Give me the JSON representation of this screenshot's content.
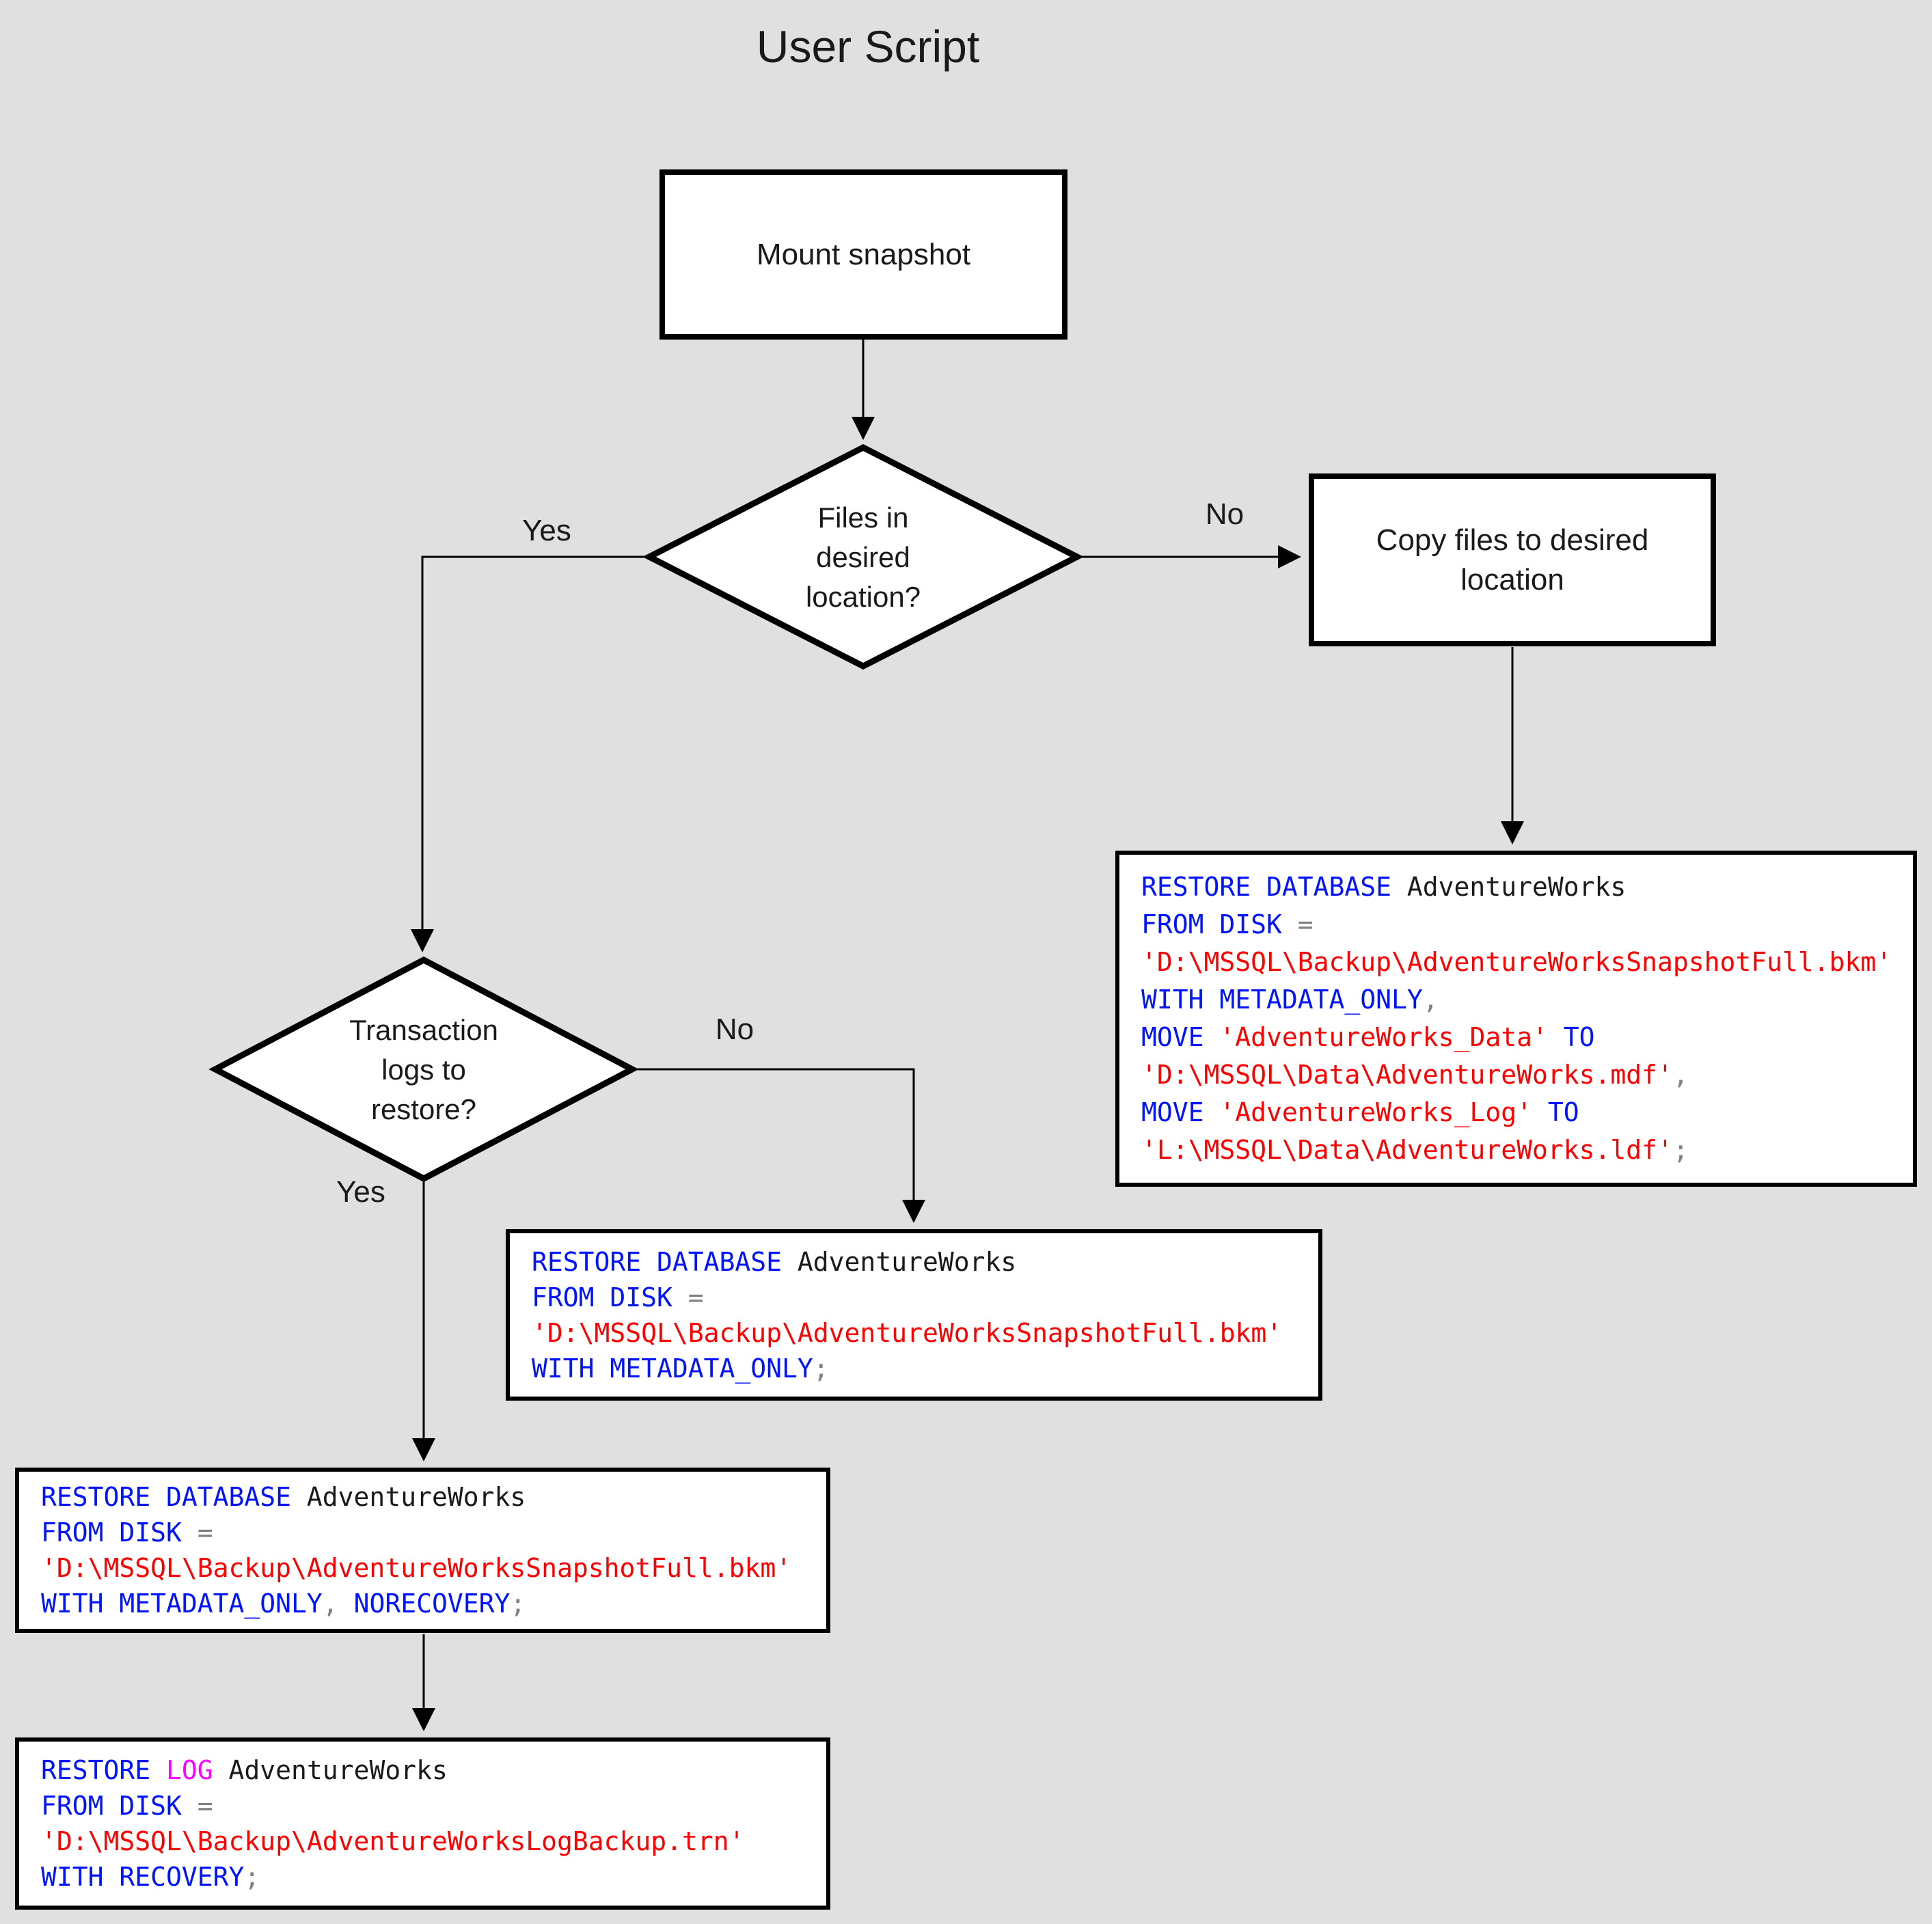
{
  "title": "User Script",
  "colors": {
    "background": "#e0e0e0",
    "node_fill": "#ffffff",
    "node_border": "#000000",
    "keyword": "#0014ff",
    "string": "#ff0000",
    "identifier": "#1a1a1a",
    "operator": "#808080",
    "log_keyword": "#ff00ff"
  },
  "nodes": {
    "mount": {
      "label": "Mount snapshot"
    },
    "files_decision": {
      "label": "Files in\ndesired\nlocation?"
    },
    "copy": {
      "label": "Copy files to desired\nlocation"
    },
    "logs_decision": {
      "label": "Transaction\nlogs to\nrestore?"
    }
  },
  "edges": {
    "files_yes": "Yes",
    "files_no": "No",
    "logs_yes": "Yes",
    "logs_no": "No"
  },
  "code": {
    "restore_move": {
      "lines": [
        [
          "RESTORE DATABASE",
          " AdventureWorks"
        ],
        [
          "FROM DISK",
          " ="
        ],
        [
          "'D:\\MSSQL\\Backup\\AdventureWorksSnapshotFull.bkm'"
        ],
        [
          "WITH METADATA_ONLY",
          ","
        ],
        [
          "MOVE",
          " 'AdventureWorks_Data'",
          " TO"
        ],
        [
          "'D:\\MSSQL\\Data\\AdventureWorks.mdf'",
          ","
        ],
        [
          "MOVE",
          " 'AdventureWorks_Log'",
          " TO"
        ],
        [
          "'L:\\MSSQL\\Data\\AdventureWorks.ldf'",
          ";"
        ]
      ]
    },
    "restore_metadata": {
      "lines": [
        [
          "RESTORE DATABASE",
          " AdventureWorks"
        ],
        [
          "FROM DISK",
          " ="
        ],
        [
          "'D:\\MSSQL\\Backup\\AdventureWorksSnapshotFull.bkm'"
        ],
        [
          "WITH METADATA_ONLY",
          ";"
        ]
      ]
    },
    "restore_norecovery": {
      "lines": [
        [
          "RESTORE DATABASE",
          " AdventureWorks"
        ],
        [
          "FROM DISK",
          " ="
        ],
        [
          "'D:\\MSSQL\\Backup\\AdventureWorksSnapshotFull.bkm'"
        ],
        [
          "WITH METADATA_ONLY",
          ",",
          " NORECOVERY",
          ";"
        ]
      ]
    },
    "restore_log": {
      "lines": [
        [
          "RESTORE ",
          "LOG",
          " AdventureWorks"
        ],
        [
          "FROM DISK",
          " ="
        ],
        [
          "'D:\\MSSQL\\Backup\\AdventureWorksLogBackup.trn'"
        ],
        [
          "WITH RECOVERY",
          ";"
        ]
      ]
    }
  }
}
